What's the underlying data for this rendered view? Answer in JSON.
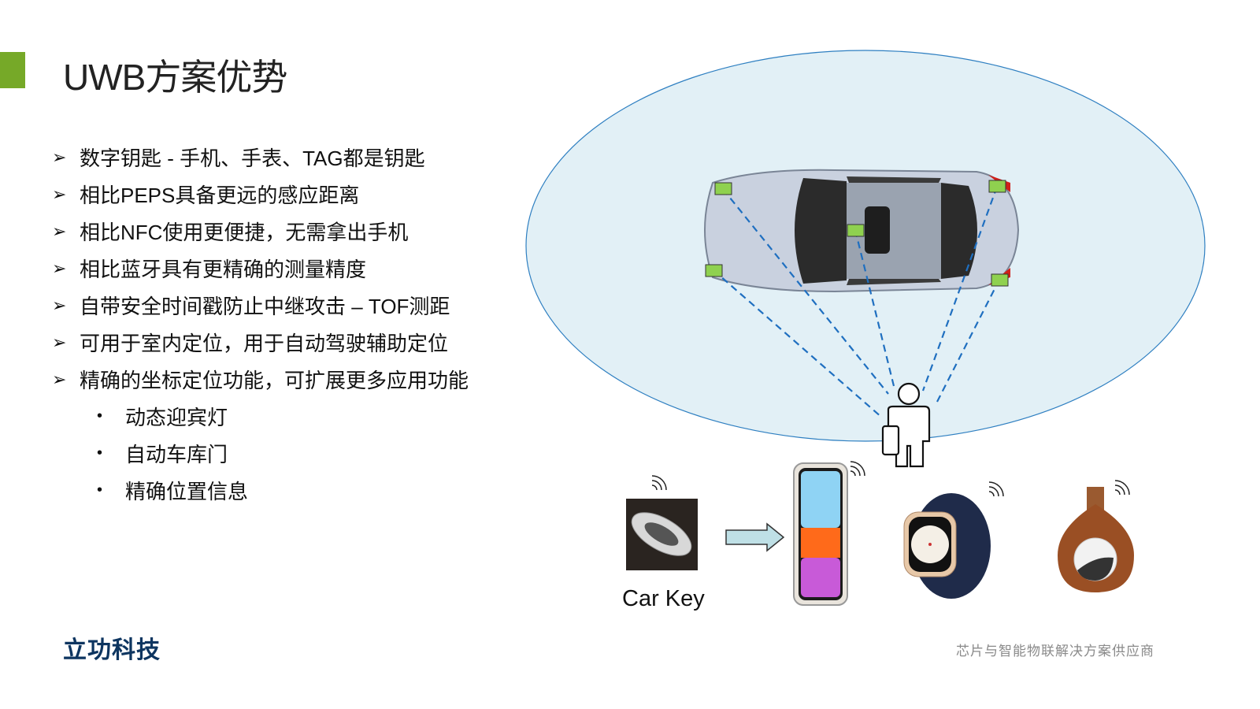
{
  "title": "UWB方案优势",
  "bullets": [
    "数字钥匙 - 手机、手表、TAG都是钥匙",
    "相比PEPS具备更远的感应距离",
    "相比NFC使用更便捷，无需拿出手机",
    "相比蓝牙具有更精确的测量精度",
    "自带安全时间戳防止中继攻击 – TOF测距",
    "可用于室内定位，用于自动驾驶辅助定位",
    "精确的坐标定位功能，可扩展更多应用功能"
  ],
  "sub_bullets": [
    "动态迎宾灯",
    "自动车库门",
    "精确位置信息"
  ],
  "markers": {
    "main": "➢",
    "sub": "•"
  },
  "figure": {
    "car_key_label": "Car Key"
  },
  "footer": {
    "logo": "立功科技",
    "slogan": "芯片与智能物联解决方案供应商"
  },
  "colors": {
    "accent": "#76a928",
    "ellipse_fill": "#e2f0f6",
    "ellipse_stroke": "#2e7fc1",
    "sensor": "#8fd14f",
    "logo": "#0d3560"
  }
}
